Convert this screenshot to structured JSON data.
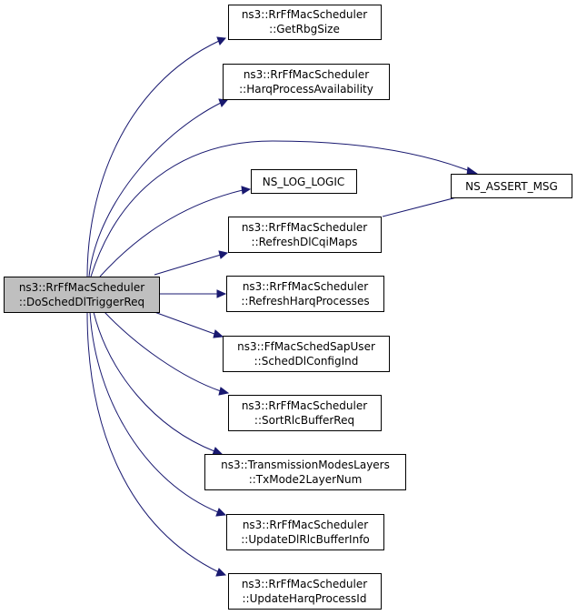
{
  "colors": {
    "edge": "#191970",
    "root_fill": "#bfbfbf",
    "node_fill": "#ffffff",
    "node_border": "#000000"
  },
  "nodes": {
    "root": {
      "line1": "ns3::RrFfMacScheduler",
      "line2": "::DoSchedDlTriggerReq"
    },
    "get_rbg_size": {
      "line1": "ns3::RrFfMacScheduler",
      "line2": "::GetRbgSize"
    },
    "harq_availability": {
      "line1": "ns3::RrFfMacScheduler",
      "line2": "::HarqProcessAvailability"
    },
    "ns_log_logic": {
      "line1": "NS_LOG_LOGIC"
    },
    "ns_assert_msg": {
      "line1": "NS_ASSERT_MSG"
    },
    "refresh_dl_cqi": {
      "line1": "ns3::RrFfMacScheduler",
      "line2": "::RefreshDlCqiMaps"
    },
    "refresh_harq": {
      "line1": "ns3::RrFfMacScheduler",
      "line2": "::RefreshHarqProcesses"
    },
    "sched_dl_config": {
      "line1": "ns3::FfMacSchedSapUser",
      "line2": "::SchedDlConfigInd"
    },
    "sort_rlc": {
      "line1": "ns3::RrFfMacScheduler",
      "line2": "::SortRlcBufferReq"
    },
    "tx_mode": {
      "line1": "ns3::TransmissionModesLayers",
      "line2": "::TxMode2LayerNum"
    },
    "update_dl_rlc": {
      "line1": "ns3::RrFfMacScheduler",
      "line2": "::UpdateDlRlcBufferInfo"
    },
    "update_harq_id": {
      "line1": "ns3::RrFfMacScheduler",
      "line2": "::UpdateHarqProcessId"
    }
  },
  "edges": [
    [
      "root",
      "get_rbg_size"
    ],
    [
      "root",
      "harq_availability"
    ],
    [
      "root",
      "ns_assert_msg"
    ],
    [
      "root",
      "ns_log_logic"
    ],
    [
      "root",
      "refresh_dl_cqi"
    ],
    [
      "root",
      "refresh_harq"
    ],
    [
      "root",
      "sched_dl_config"
    ],
    [
      "root",
      "sort_rlc"
    ],
    [
      "root",
      "tx_mode"
    ],
    [
      "root",
      "update_dl_rlc"
    ],
    [
      "root",
      "update_harq_id"
    ],
    [
      "refresh_dl_cqi",
      "ns_assert_msg"
    ]
  ]
}
